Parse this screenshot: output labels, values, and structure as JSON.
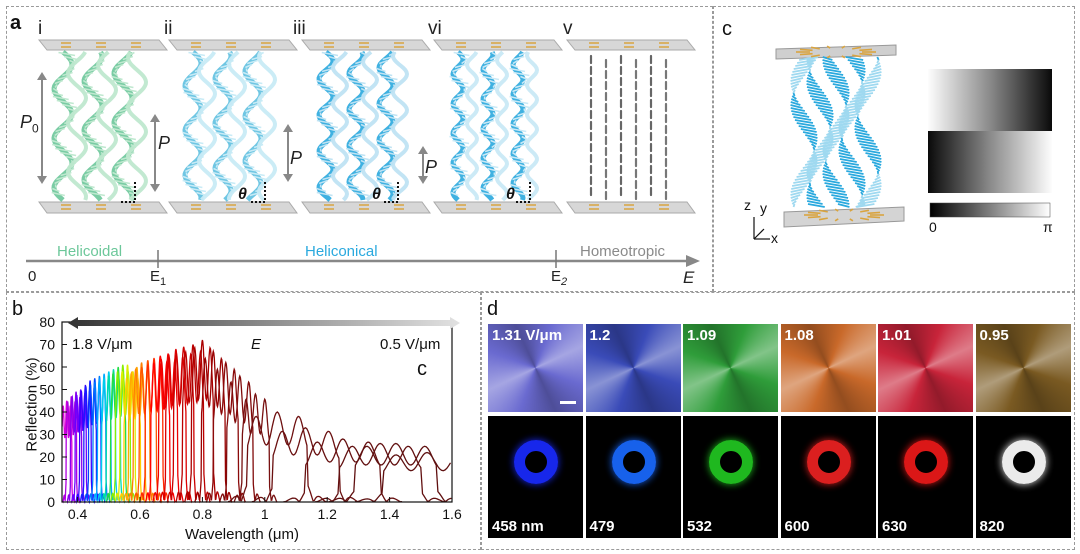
{
  "panel_a": {
    "label": "a",
    "stages": [
      "i",
      "ii",
      "iii",
      "vi",
      "v"
    ],
    "pitch_labels": [
      "P",
      "0"
    ],
    "pitch_label_short": "P",
    "theta": "θ",
    "phases": [
      {
        "name": "Helicoidal",
        "color": "#6cc79a"
      },
      {
        "name": "Heliconical",
        "color": "#2aa9de"
      },
      {
        "name": "Homeotropic",
        "color": "#8a8a8a"
      }
    ],
    "axis": {
      "zero": "0",
      "e1": "E",
      "e1_sub": "1",
      "e2": "E",
      "e2_sub": "2",
      "end": "E"
    }
  },
  "panel_c": {
    "label": "c",
    "axes": {
      "z": "z",
      "y": "y",
      "x": "x"
    },
    "colorbar": {
      "min": "0",
      "max": "π"
    }
  },
  "panel_b": {
    "label": "b",
    "arrow_label_left": "1.8 V/μm",
    "arrow_label_mid": "E",
    "arrow_label_right": "0.5 V/μm",
    "corner_label": "c"
  },
  "panel_d": {
    "label": "d",
    "top_row": [
      "1.31 V/μm",
      "1.2",
      "1.09",
      "1.08",
      "1.01",
      "0.95"
    ],
    "bottom_row": [
      "458 nm",
      "479",
      "532",
      "600",
      "630",
      "820"
    ],
    "top_colors": [
      "#6a6ad0",
      "#3a4bb8",
      "#2f9d3a",
      "#c9692a",
      "#c8243a",
      "#7a5a22"
    ],
    "ring_colors": [
      "#1a2bff",
      "#1a6aff",
      "#22c822",
      "#ee2222",
      "#ee1a1a",
      "#ffffff"
    ]
  },
  "chart_data": {
    "type": "line",
    "xlabel": "Wavelength (μm)",
    "ylabel": "Reflection (%)",
    "xlim": [
      0.35,
      1.6
    ],
    "ylim": [
      0,
      80
    ],
    "xticks": [
      "0.4",
      "0.6",
      "0.8",
      "1",
      "1.2",
      "1.4",
      "1.6"
    ],
    "yticks": [
      "0",
      "10",
      "20",
      "30",
      "40",
      "50",
      "60",
      "70",
      "80"
    ],
    "series": [
      {
        "values": [
          [
            0.365,
            45
          ]
        ],
        "color": "#d800d8"
      },
      {
        "values": [
          [
            0.38,
            47
          ]
        ],
        "color": "#b000e0"
      },
      {
        "values": [
          [
            0.395,
            49
          ]
        ],
        "color": "#8800ee"
      },
      {
        "values": [
          [
            0.41,
            50
          ]
        ],
        "color": "#6a00ff"
      },
      {
        "values": [
          [
            0.425,
            52
          ]
        ],
        "color": "#3a00ff"
      },
      {
        "values": [
          [
            0.44,
            54
          ]
        ],
        "color": "#1a1aff"
      },
      {
        "values": [
          [
            0.455,
            55
          ]
        ],
        "color": "#0044ff"
      },
      {
        "values": [
          [
            0.47,
            56
          ]
        ],
        "color": "#0077ff"
      },
      {
        "values": [
          [
            0.485,
            57
          ]
        ],
        "color": "#00aaff"
      },
      {
        "values": [
          [
            0.5,
            58
          ]
        ],
        "color": "#00ccee"
      },
      {
        "values": [
          [
            0.515,
            59
          ]
        ],
        "color": "#00ddaa"
      },
      {
        "values": [
          [
            0.53,
            60
          ]
        ],
        "color": "#22dd44"
      },
      {
        "values": [
          [
            0.545,
            61
          ]
        ],
        "color": "#88ee00"
      },
      {
        "values": [
          [
            0.56,
            61
          ]
        ],
        "color": "#ddee00"
      },
      {
        "values": [
          [
            0.575,
            58
          ]
        ],
        "color": "#ffcc00"
      },
      {
        "values": [
          [
            0.59,
            60
          ]
        ],
        "color": "#ffaa00"
      },
      {
        "values": [
          [
            0.605,
            62
          ]
        ],
        "color": "#ff8000"
      },
      {
        "values": [
          [
            0.625,
            63
          ]
        ],
        "color": "#ff5500"
      },
      {
        "values": [
          [
            0.645,
            64
          ]
        ],
        "color": "#ff2a00"
      },
      {
        "values": [
          [
            0.665,
            65
          ]
        ],
        "color": "#ff0000"
      },
      {
        "values": [
          [
            0.69,
            66
          ]
        ],
        "color": "#ee0000"
      },
      {
        "values": [
          [
            0.715,
            68
          ]
        ],
        "color": "#dd0000"
      },
      {
        "values": [
          [
            0.74,
            69
          ]
        ],
        "color": "#cc0000"
      },
      {
        "values": [
          [
            0.77,
            70
          ]
        ],
        "color": "#bb0000"
      },
      {
        "values": [
          [
            0.8,
            72
          ]
        ],
        "color": "#aa0000"
      },
      {
        "values": [
          [
            0.835,
            67
          ]
        ],
        "color": "#990000"
      },
      {
        "values": [
          [
            0.875,
            62
          ]
        ],
        "color": "#8a0a0a"
      },
      {
        "values": [
          [
            0.92,
            56
          ]
        ],
        "color": "#800a0a"
      },
      {
        "values": [
          [
            0.97,
            48
          ]
        ],
        "color": "#781010"
      },
      {
        "values": [
          [
            1.04,
            40
          ]
        ],
        "color": "#6e1010"
      },
      {
        "values": [
          [
            1.13,
            33
          ]
        ],
        "color": "#6a1010"
      },
      {
        "values": [
          [
            1.25,
            28
          ]
        ],
        "color": "#661010"
      },
      {
        "values": [
          [
            1.37,
            26
          ]
        ],
        "color": "#621010"
      },
      {
        "values": [
          [
            1.42,
            26
          ]
        ],
        "color": "#601010"
      },
      {
        "values": [
          [
            1.52,
            22
          ]
        ],
        "color": "#5e1010"
      }
    ]
  }
}
